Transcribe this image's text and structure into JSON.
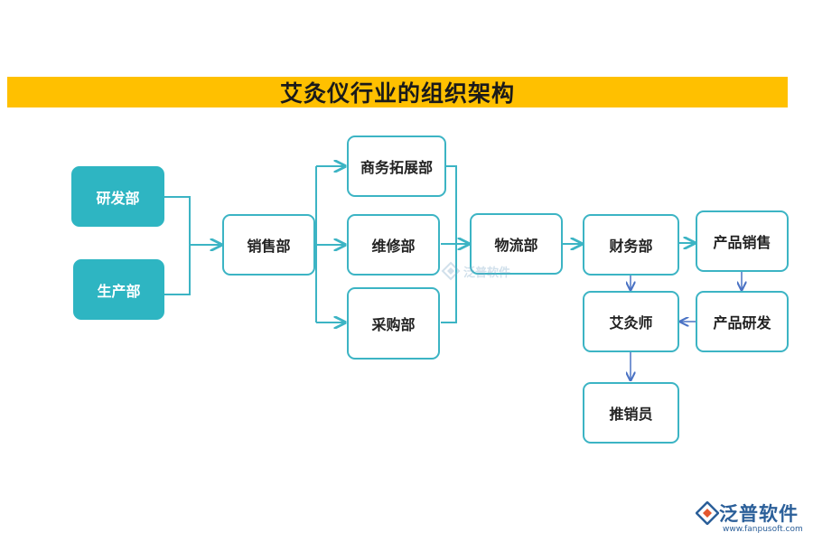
{
  "title": "艾灸仪行业的组织架构",
  "nodes": {
    "rd": "研发部",
    "production": "生产部",
    "sales": "销售部",
    "business_dev": "商务拓展部",
    "maintenance": "维修部",
    "purchasing": "采购部",
    "logistics": "物流部",
    "finance": "财务部",
    "moxibustionist": "艾灸师",
    "promoter": "推销员",
    "product_sales": "产品销售",
    "product_rd": "产品研发"
  },
  "watermark": {
    "text": "泛普软件"
  },
  "logo": {
    "name": "泛普软件",
    "url": "www.fanpusoft.com"
  },
  "colors": {
    "title_bar": "#ffc000",
    "filled_node": "#2eb5c2",
    "node_border": "#3cb4c4",
    "connector": "#3cb4c4",
    "down_arrow": "#4a72c4"
  }
}
